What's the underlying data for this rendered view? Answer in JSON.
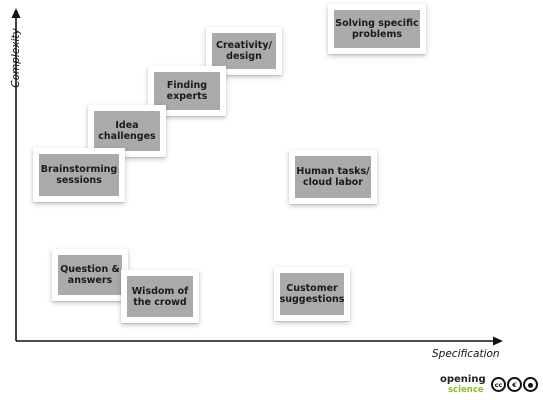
{
  "axes": {
    "y_label": "Complexity",
    "x_label": "Specification"
  },
  "cards": {
    "creativity": "Creativity/\ndesign",
    "solving": "Solving specific\nproblems",
    "finding": "Finding\nexperts",
    "idea": "Idea\nchallenges",
    "brainstorming": "Brainstorming\nsessions",
    "human_tasks": "Human tasks/\ncloud labor",
    "question": "Question &\nanswers",
    "wisdom": "Wisdom of\nthe crowd",
    "customer": "Customer\nsuggestions"
  },
  "logo": {
    "word1": "opening",
    "word2": "science",
    "icons": [
      "cc-icon",
      "attribution-icon",
      "noncommercial-icon"
    ]
  }
}
